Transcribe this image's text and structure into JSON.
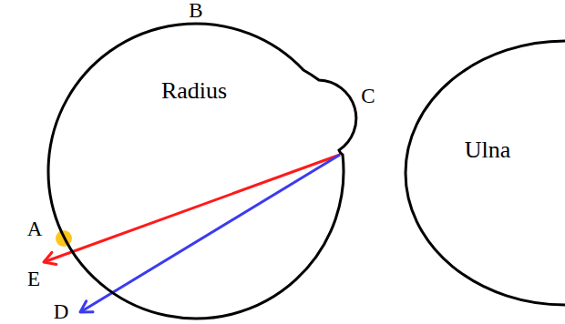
{
  "diagram": {
    "nodes": [
      {
        "text": [
          "Radius"
        ]
      },
      {
        "text": [
          "Ulna"
        ]
      }
    ],
    "labels": [
      "B",
      "C",
      "A",
      "E",
      "D"
    ]
  }
}
